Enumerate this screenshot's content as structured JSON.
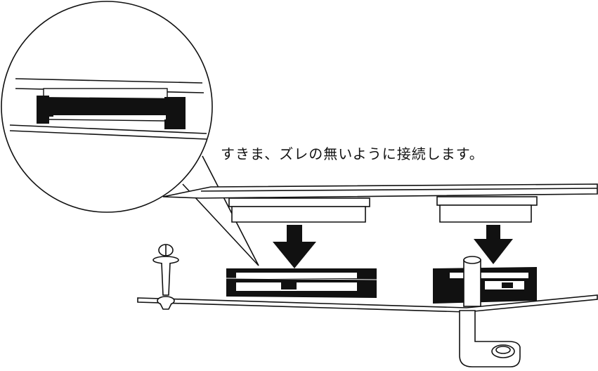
{
  "caption": {
    "instruction": "すきま、ズレの無いように接続します。"
  },
  "colors": {
    "ink": "#111111",
    "background": "#ffffff"
  },
  "parts": {
    "zoom_callout": "magnified-connector-detail",
    "arrows": [
      "down-arrow-left",
      "down-arrow-right"
    ],
    "connectors": [
      "connector-left",
      "connector-right"
    ]
  }
}
